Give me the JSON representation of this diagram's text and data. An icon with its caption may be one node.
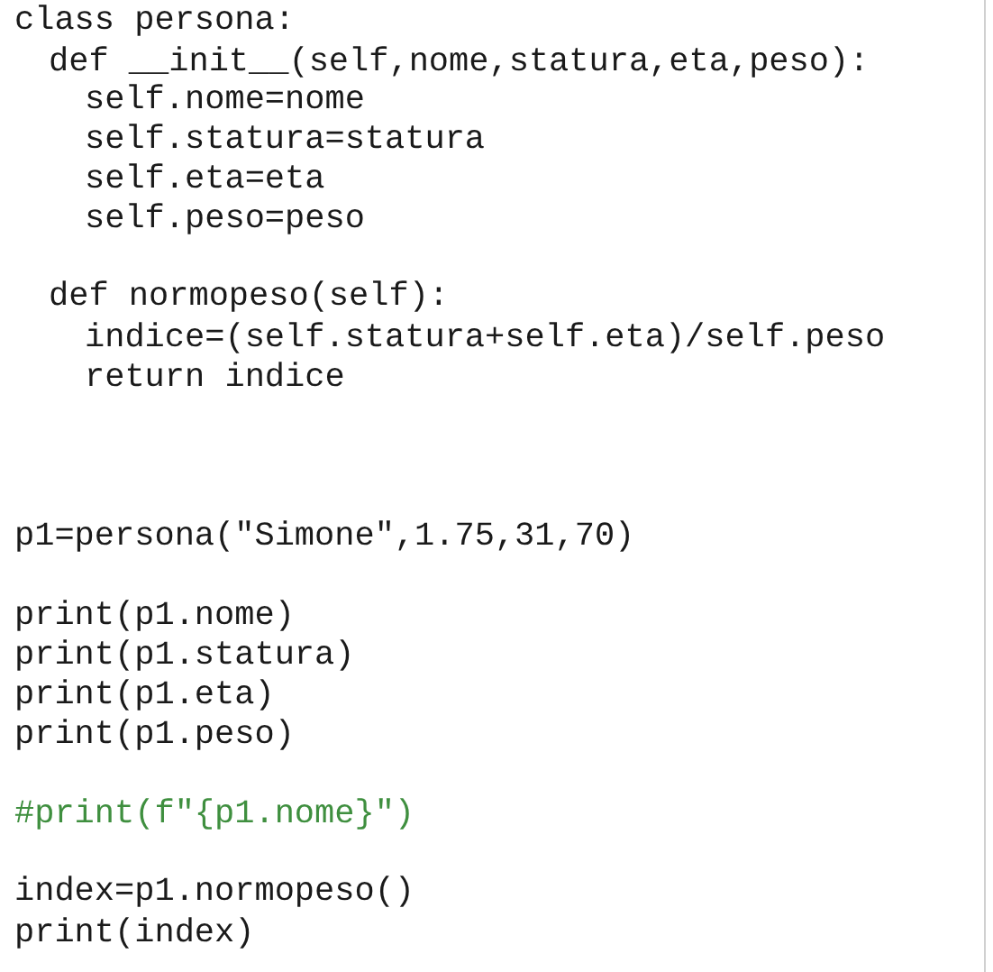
{
  "diagram": {
    "labels": [
      "class persona:",
      "def __init__(self,nome,statura,eta,peso):",
      "self.nome=nome",
      "self.statura=statura",
      "self.eta=eta",
      "self.peso=peso",
      "def normopeso(self):",
      "indice=(self.statura+self.eta)/self.peso",
      "return indice",
      "p1=persona(\"Simone\",1.75,31,70)",
      "print(p1.nome)",
      "print(p1.statura)",
      "print(p1.eta)",
      "print(p1.peso)",
      "#print(f\"{p1.nome}\")",
      "index=p1.normopeso()",
      "print(index)"
    ]
  }
}
